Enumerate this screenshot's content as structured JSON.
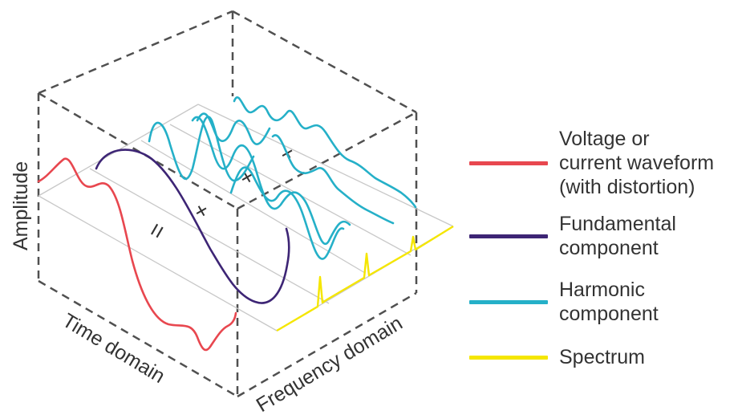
{
  "axes": {
    "amplitude": "Amplitude",
    "time": "Time domain",
    "frequency": "Frequency domain"
  },
  "operators": {
    "equals": "=",
    "plus_1": "+",
    "plus_2": "+",
    "plus_3": "+"
  },
  "legend": [
    {
      "label": "Voltage or\ncurrent waveform\n(with distortion)",
      "color": "#e8474f"
    },
    {
      "label": "Fundamental\ncomponent",
      "color": "#3d2575"
    },
    {
      "label": "Harmonic\ncomponent",
      "color": "#25b0c8"
    },
    {
      "label": "Spectrum",
      "color": "#f5e600"
    }
  ],
  "colors": {
    "box_edges": "#505050",
    "grid": "#c8c8c8",
    "text": "#333333"
  }
}
